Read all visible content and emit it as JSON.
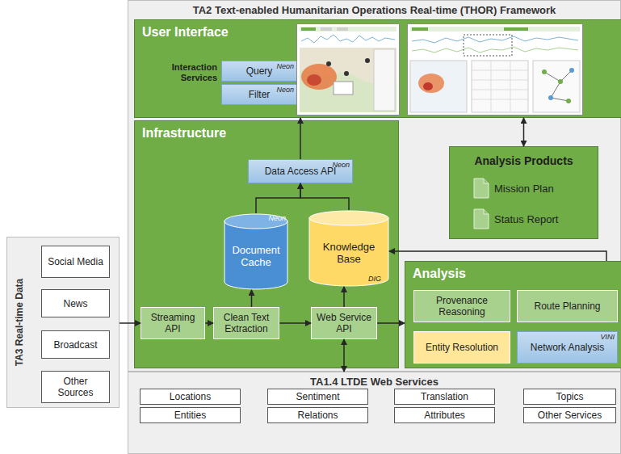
{
  "diagram": {
    "nodes": [
      {
        "text": [
          "TA2 Text-enabled Humanitarian Operations Real-time (THOR) Framework"
        ]
      },
      {
        "text": [
          "User Interface"
        ],
        "in": 0
      },
      {
        "text": [
          "Query",
          "Neon"
        ],
        "in": 1
      },
      {
        "text": [
          "Filter",
          "Neon"
        ],
        "in": 1
      },
      {
        "text": [
          "Infrastructure"
        ],
        "in": 0
      },
      {
        "text": [
          "Data Access API",
          "Neon"
        ],
        "in": 4
      },
      {
        "text": [
          "Document Cache",
          "Neon"
        ],
        "in": 4
      },
      {
        "text": [
          "Knowledge Base",
          "DIG"
        ],
        "in": 4
      },
      {
        "text": [
          "Streaming API"
        ],
        "in": 4
      },
      {
        "text": [
          "Clean Text Extraction"
        ],
        "in": 4
      },
      {
        "text": [
          "Web Service API"
        ],
        "in": 4
      },
      {
        "text": [
          "Analysis Products"
        ],
        "in": 0
      },
      {
        "text": [
          "Mission Plan"
        ],
        "in": 11
      },
      {
        "text": [
          "Status Report"
        ],
        "in": 11
      },
      {
        "text": [
          "Analysis"
        ],
        "in": 0
      },
      {
        "text": [
          "Provenance Reasoning"
        ],
        "in": 14
      },
      {
        "text": [
          "Route Planning"
        ],
        "in": 14
      },
      {
        "text": [
          "Entity Resolution"
        ],
        "in": 14
      },
      {
        "text": [
          "Network Analysis",
          "VINI"
        ],
        "in": 14
      },
      {
        "text": [
          "TA3 Real-time Data"
        ]
      },
      {
        "text": [
          "Social Media"
        ],
        "in": 19
      },
      {
        "text": [
          "News"
        ],
        "in": 19
      },
      {
        "text": [
          "Broadcast"
        ],
        "in": 19
      },
      {
        "text": [
          "Other Sources"
        ],
        "in": 19
      },
      {
        "text": [
          "TA1.4 LTDE Web Services"
        ]
      },
      {
        "text": [
          "Locations"
        ],
        "in": 24
      },
      {
        "text": [
          "Sentiment"
        ],
        "in": 24
      },
      {
        "text": [
          "Translation"
        ],
        "in": 24
      },
      {
        "text": [
          "Topics"
        ],
        "in": 24
      },
      {
        "text": [
          "Entities"
        ],
        "in": 24
      },
      {
        "text": [
          "Relations"
        ],
        "in": 24
      },
      {
        "text": [
          "Attributes"
        ],
        "in": 24
      },
      {
        "text": [
          "Other Services"
        ],
        "in": 24
      }
    ],
    "edges": [
      {
        "from": 19,
        "to": 8,
        "arrow": "to"
      },
      {
        "from": 8,
        "to": 9,
        "arrow": "to"
      },
      {
        "from": 9,
        "to": 10,
        "arrow": "to"
      },
      {
        "from": 9,
        "to": 6,
        "arrow": "to"
      },
      {
        "from": 10,
        "to": 7,
        "arrow": "to"
      },
      {
        "from": 6,
        "to": 5,
        "arrow": "to"
      },
      {
        "from": 7,
        "to": 5,
        "arrow": "to"
      },
      {
        "from": 5,
        "to": 1,
        "arrow": "to"
      },
      {
        "from": 10,
        "to": 14,
        "arrow": "to"
      },
      {
        "from": 10,
        "to": 24,
        "arrow": "both"
      },
      {
        "from": 14,
        "to": 7,
        "arrow": "to"
      },
      {
        "from": 1,
        "to": 11,
        "arrow": "both"
      }
    ],
    "labels": [
      "Interaction Services"
    ]
  }
}
